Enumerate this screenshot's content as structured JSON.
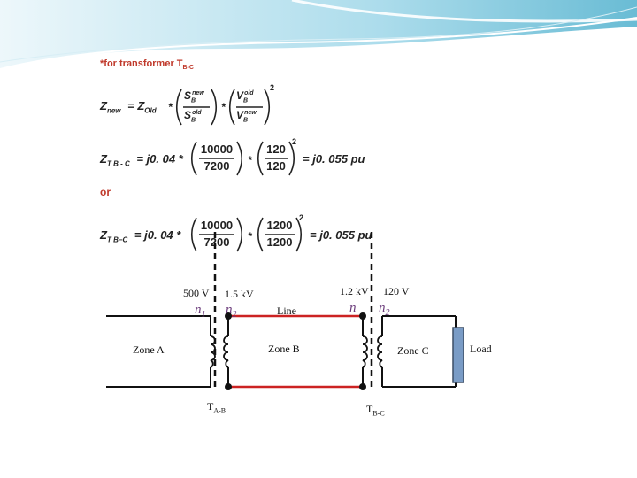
{
  "header_colors": {
    "wave_light": "#bfe6f2",
    "wave_dark": "#5fb6cf",
    "accent": "#c0392b"
  },
  "note": {
    "text": "*for transformer T",
    "subscript": "B-C"
  },
  "formula": {
    "lhs": "Z",
    "lhs_sub": "new",
    "equals": "= Z",
    "old_sub": "Old",
    "star1": "*",
    "s_new": "S",
    "s_new_sup": "new",
    "s_new_sub": "B",
    "s_old": "S",
    "s_old_sup": "old",
    "s_old_sub": "B",
    "star2": "*",
    "v_old": "V",
    "v_old_sup": "old",
    "v_old_sub": "B",
    "v_new": "V",
    "v_new_sup": "new",
    "v_new_sub": "B",
    "power": "2"
  },
  "calc1": {
    "lhs": "Z",
    "lhs_sub": "T B - C",
    "rhs_start": "= j0. 04 *",
    "num1": "10000",
    "den1": "7200",
    "star": "*",
    "num2": "120",
    "den2": "120",
    "power": "2",
    "result": "= j0. 055 pu"
  },
  "or_text": "or",
  "calc2": {
    "lhs": "Z",
    "lhs_sub": "T B−C",
    "rhs_start": "= j0. 04 *",
    "num1": "10000",
    "den1": "7200",
    "star": "*",
    "num2": "1200",
    "den2": "1200",
    "power": "2",
    "result": "= j0. 055 pu"
  },
  "diagram": {
    "v1": "500 V",
    "v2": "1.5 kV",
    "v3": "1.2 kV",
    "v4": "120 V",
    "n1": "n",
    "n1_sub": "1",
    "n2": "n",
    "n2_sub": "2",
    "n3": "n",
    "n4": "n",
    "n4_sub": "2",
    "line_label": "Line",
    "zone_a": "Zone A",
    "zone_b": "Zone B",
    "zone_c": "Zone C",
    "load": "Load",
    "t_ab": "T",
    "t_ab_sub": "A-B",
    "t_bc": "T",
    "t_bc_sub": "B-C",
    "line_color": "#cc2222",
    "load_color": "#7a9cc6"
  }
}
